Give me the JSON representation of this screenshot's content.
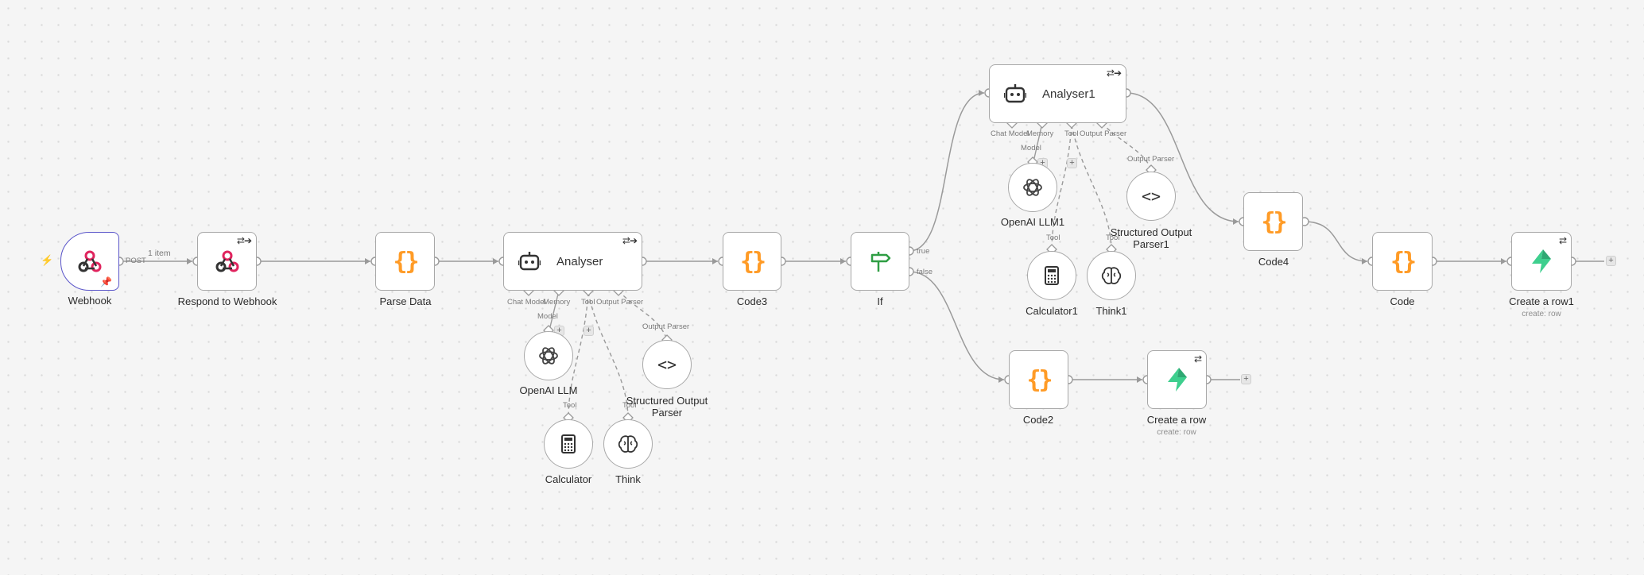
{
  "canvas": {
    "trigger_edge_label": "POST",
    "items_label": "1 item"
  },
  "nodes": {
    "webhook": {
      "label": "Webhook",
      "icon": "webhook-icon"
    },
    "respond_to_webhook": {
      "label": "Respond to Webhook",
      "icon": "webhook-icon"
    },
    "parse_data": {
      "label": "Parse Data",
      "icon": "code-braces-icon"
    },
    "analyser": {
      "label": "Analyser",
      "icon": "robot-icon"
    },
    "code3": {
      "label": "Code3",
      "icon": "code-braces-icon"
    },
    "if": {
      "label": "If",
      "icon": "signpost-icon",
      "true_label": "true",
      "false_label": "false"
    },
    "analyser1": {
      "label": "Analyser1",
      "icon": "robot-icon"
    },
    "code4": {
      "label": "Code4",
      "icon": "code-braces-icon"
    },
    "code": {
      "label": "Code",
      "icon": "code-braces-icon"
    },
    "create_a_row1": {
      "label": "Create a row1",
      "subtitle": "create: row",
      "icon": "supabase-icon"
    },
    "code2": {
      "label": "Code2",
      "icon": "code-braces-icon"
    },
    "create_a_row": {
      "label": "Create a row",
      "subtitle": "create: row",
      "icon": "supabase-icon"
    }
  },
  "subnodes": {
    "openai_llm": {
      "label": "OpenAI LLM",
      "icon": "openai-icon"
    },
    "structured_output_parser": {
      "label": "Structured Output Parser",
      "icon": "code-brackets-icon"
    },
    "calculator": {
      "label": "Calculator",
      "icon": "calculator-icon"
    },
    "think": {
      "label": "Think",
      "icon": "brain-icon"
    },
    "openai_llm1": {
      "label": "OpenAI LLM1",
      "icon": "openai-icon"
    },
    "structured_output_parser1": {
      "label": "Structured Output Parser1",
      "icon": "code-brackets-icon"
    },
    "calculator1": {
      "label": "Calculator1",
      "icon": "calculator-icon"
    },
    "think1": {
      "label": "Think1",
      "icon": "brain-icon"
    }
  },
  "ports": {
    "chat_model": "Chat Model",
    "memory": "Memory",
    "tool": "Tool",
    "output_parser": "Output Parser",
    "model": "Model",
    "plus": "+"
  },
  "colors": {
    "trigger_border": "#5a55c9",
    "webhook_red": "#e0245e",
    "code_orange": "#ff9b26",
    "if_green": "#2f9e44",
    "supabase_green": "#3ecf8e",
    "trigger_bolt": "#ff6d5a"
  }
}
